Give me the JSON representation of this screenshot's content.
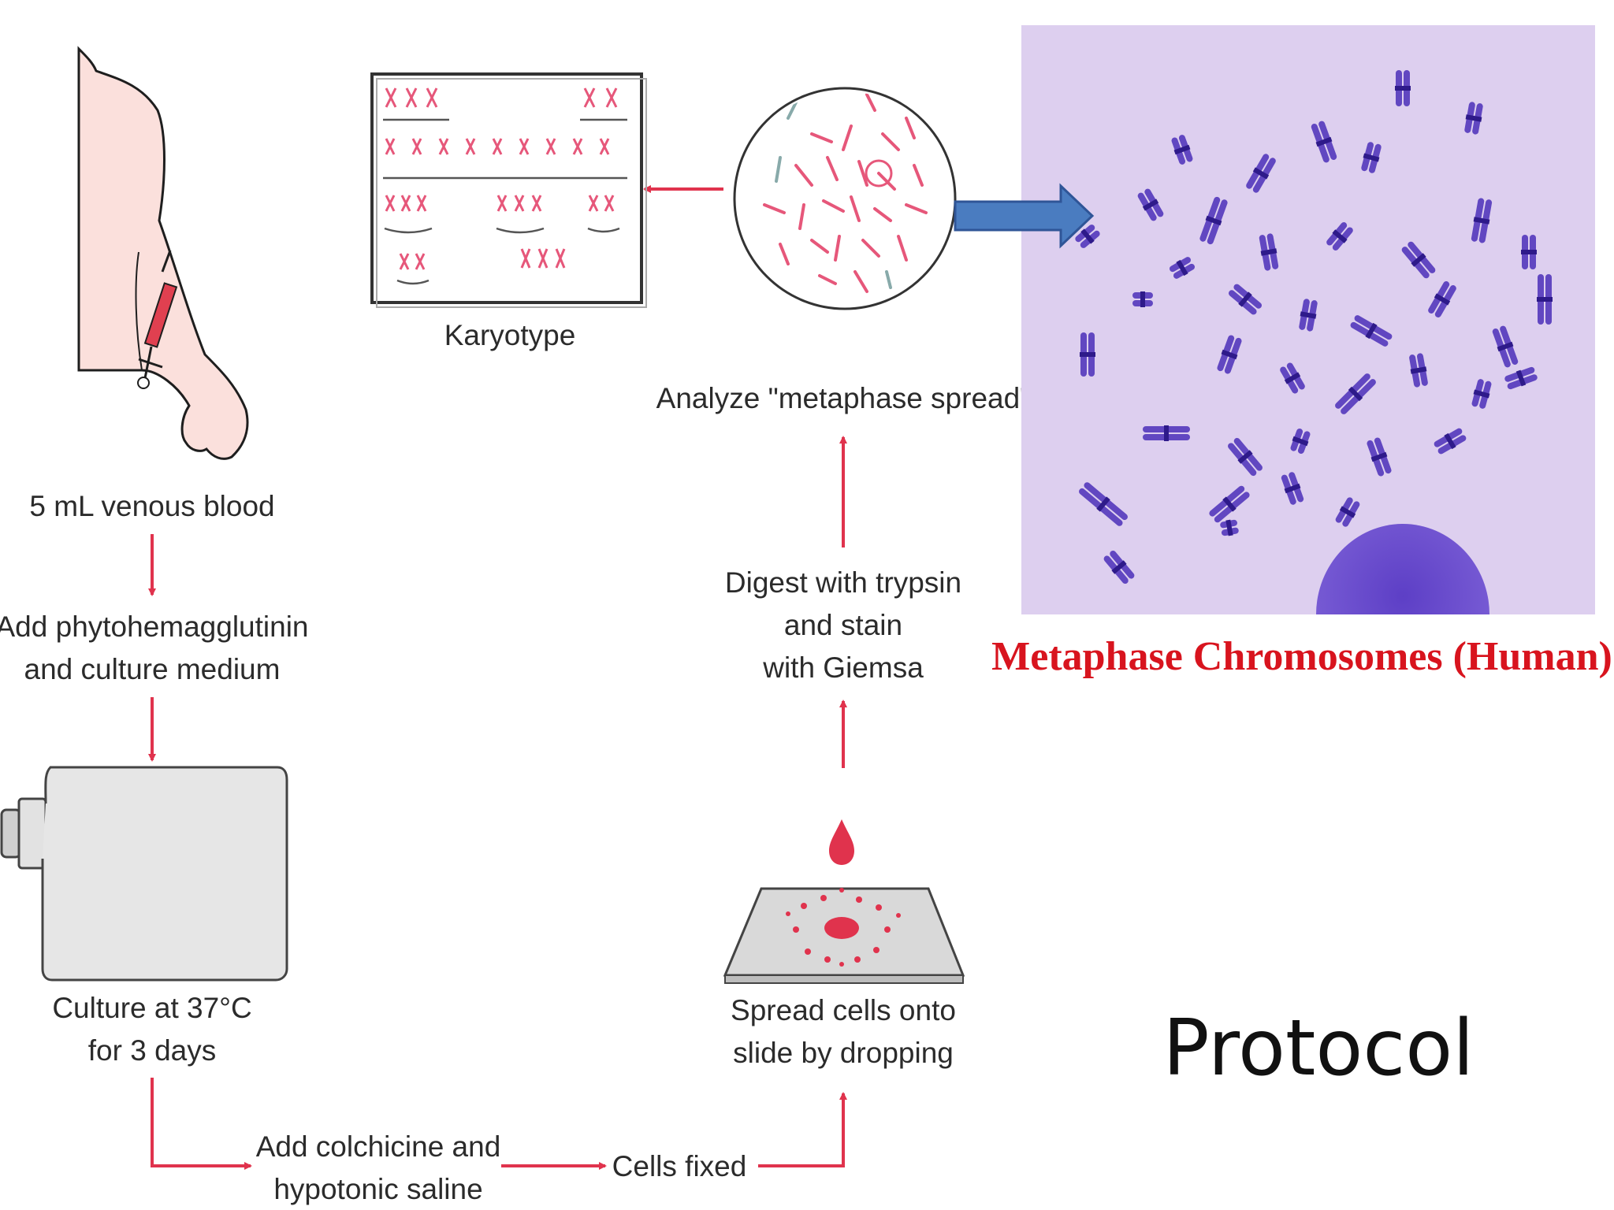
{
  "slide": {
    "title": "Protocol",
    "photo_caption": "Metaphase Chromosomes (Human)"
  },
  "steps": {
    "blood": "5 mL venous blood",
    "add_pha_line1": "Add phytohemagglutinin",
    "add_pha_line2": "and culture medium",
    "culture_line1": "Culture at 37°C",
    "culture_line2": "for 3 days",
    "colchicine_line1": "Add colchicine and",
    "colchicine_line2": "hypotonic saline",
    "cells_fixed": "Cells fixed",
    "spread_line1": "Spread cells onto",
    "spread_line2": "slide by dropping",
    "digest_line1": "Digest with trypsin",
    "digest_line2": "and stain",
    "digest_line3": "with Giemsa",
    "analyze": "Analyze \"metaphase spread\"",
    "karyotype": "Karyotype"
  },
  "colors": {
    "flow_arrow": "#e0334d",
    "caption_red": "#d8141e",
    "link_arrow_fill": "#4a7cc0",
    "link_arrow_stroke": "#2f5597",
    "photo_background": "#d8c9ec",
    "chromosome_stain": "#4b2fb8",
    "skin": "#fbe0dc"
  },
  "icons": {
    "arm": "arm-blood-draw-icon",
    "flask": "culture-flask-icon",
    "slide": "microscope-slide-icon",
    "droplet": "blood-drop-icon",
    "spread_circle": "metaphase-spread-icon",
    "karyotype_chart": "karyotype-chart-icon"
  }
}
